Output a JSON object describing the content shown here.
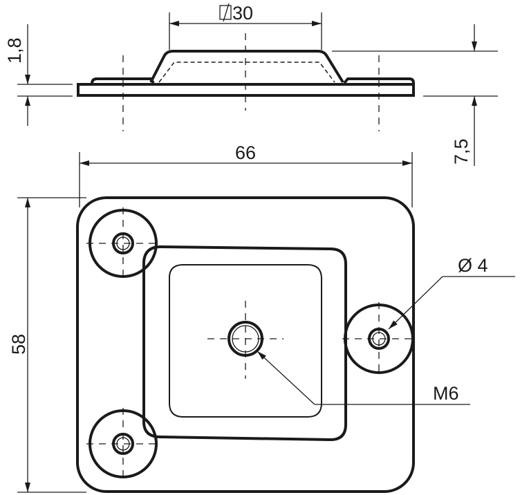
{
  "title": "Mounting plate technical drawing",
  "dimensions": {
    "square_width": "30",
    "thickness": "1,8",
    "height": "7,5",
    "width": "66",
    "depth": "58",
    "hole_diameter": "Ø 4",
    "thread": "M6"
  },
  "colors": {
    "line": "#1a1a1a",
    "background": "#ffffff"
  }
}
